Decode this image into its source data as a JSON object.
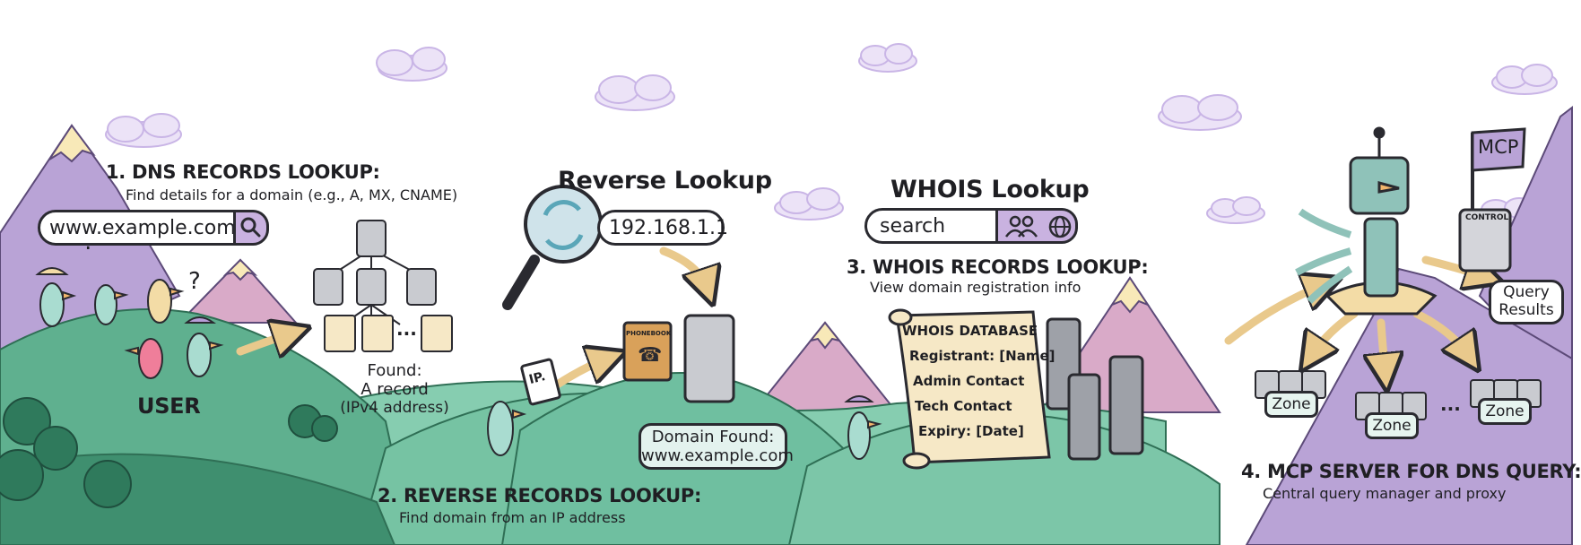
{
  "sections": {
    "dns": {
      "title": "1. DNS RECORDS LOOKUP:",
      "subtitle": "Find details for a domain (e.g., A, MX, CNAME)",
      "search_value": "www.example.com",
      "user_label": "USER",
      "found_line1": "Found:",
      "found_line2": "A record",
      "found_line3": "(IPv4 address)",
      "ellipsis": "..."
    },
    "reverse": {
      "heading": "Reverse Lookup",
      "ip_value": "192.168.1.1",
      "ip_card": "IP.",
      "phonebook_label": "PHONEBOOK",
      "found_line1": "Domain Found:",
      "found_line2": "www.example.com",
      "title": "2. REVERSE RECORDS LOOKUP:",
      "subtitle": "Find domain from an IP address"
    },
    "whois": {
      "heading": "WHOIS Lookup",
      "search_value": "search",
      "title": "3. WHOIS RECORDS LOOKUP:",
      "subtitle": "View domain registration info",
      "database": {
        "title": "WHOIS DATABASE",
        "lines": [
          "Registrant: [Name]",
          "Admin Contact",
          "Tech Contact",
          "Expiry: [Date]"
        ]
      }
    },
    "mcp": {
      "flag": "MCP",
      "control": "CONTROL",
      "results_line1": "Query",
      "results_line2": "Results",
      "zones": [
        "Zone",
        "Zone",
        "Zone"
      ],
      "ellipsis": "...",
      "title": "4. MCP SERVER FOR DNS QUERY:",
      "subtitle": "Central query manager and proxy"
    }
  },
  "icons": {
    "dns_search": "magnifier-icon",
    "reverse_lookup": "reverse-lookup-magnifier-icon",
    "whois_people": "people-icon",
    "whois_globe": "globe-icon",
    "phone": "phone-icon"
  },
  "colors": {
    "hill_green": "#6fbfa0",
    "hill_dark": "#3f8f6f",
    "mountain_purple": "#b9a3d6",
    "mountain_pink": "#d9aac8",
    "snow": "#f8e9b8",
    "cloud": "#d9c9ef",
    "server": "#c9cbd0",
    "bird_teal": "#a9dcd0",
    "bird_pink": "#ef7e9a",
    "bird_yellow": "#f3dca6",
    "arrow": "#e9c98c",
    "robot": "#8fc2b9"
  }
}
